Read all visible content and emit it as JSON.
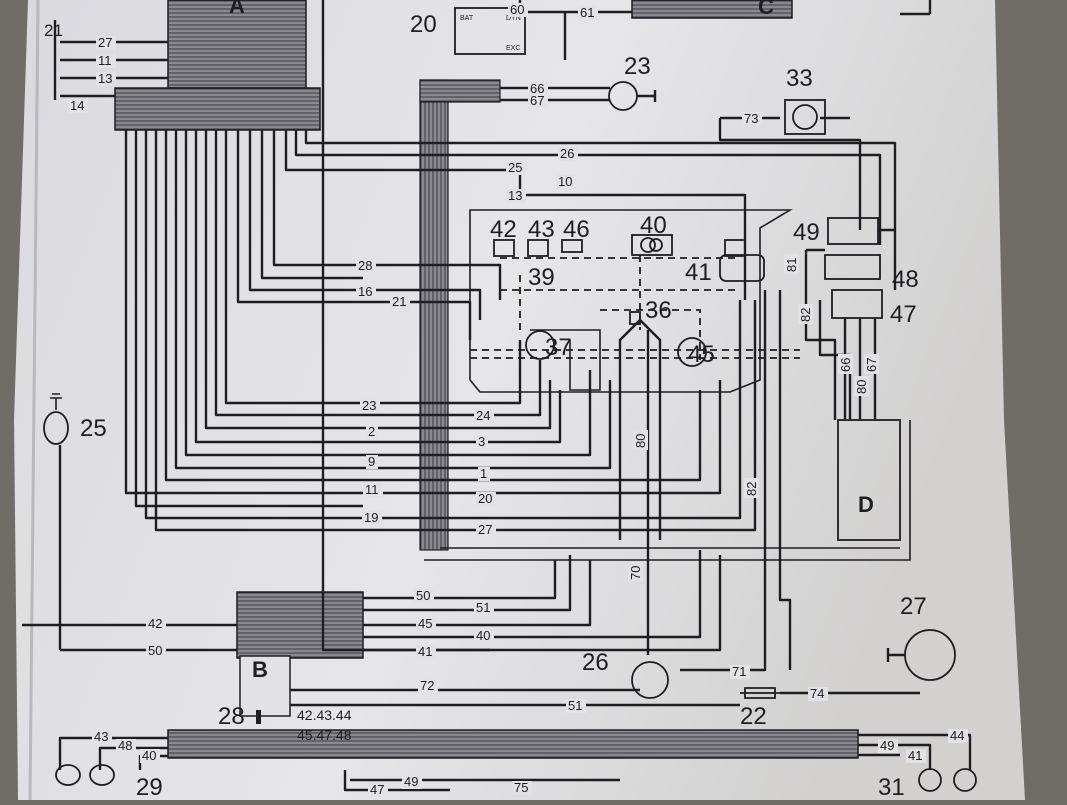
{
  "diagram": {
    "block_labels": {
      "A": "A",
      "B": "B",
      "C": "C",
      "D": "D"
    },
    "components": {
      "c20": "20",
      "c21": "21",
      "c22": "22",
      "c23": "23",
      "c25": "25",
      "c26": "26",
      "c27": "27",
      "c28": "28",
      "c29": "29",
      "c31": "31",
      "c33": "33",
      "c36": "36",
      "c37": "37",
      "c39": "39",
      "c40": "40",
      "c41": "41",
      "c42": "42",
      "c43": "43",
      "c45": "45",
      "c46": "46",
      "c47": "47",
      "c48": "48",
      "c49": "49"
    },
    "b_groups": {
      "g1": "42.43.44",
      "g2": "45.47.48"
    },
    "wires": [
      {
        "id": "w27a",
        "label": "27"
      },
      {
        "id": "w11a",
        "label": "11"
      },
      {
        "id": "w13a",
        "label": "13"
      },
      {
        "id": "w14a",
        "label": "14"
      },
      {
        "id": "w66",
        "label": "66"
      },
      {
        "id": "w67",
        "label": "67"
      },
      {
        "id": "w61",
        "label": "61"
      },
      {
        "id": "w73",
        "label": "73"
      },
      {
        "id": "w26",
        "label": "26"
      },
      {
        "id": "w25",
        "label": "25"
      },
      {
        "id": "w10",
        "label": "10"
      },
      {
        "id": "w13b",
        "label": "13"
      },
      {
        "id": "w28",
        "label": "28"
      },
      {
        "id": "w16",
        "label": "16"
      },
      {
        "id": "w21",
        "label": "21"
      },
      {
        "id": "w81",
        "label": "81"
      },
      {
        "id": "w82a",
        "label": "82"
      },
      {
        "id": "w66b",
        "label": "66"
      },
      {
        "id": "w80a",
        "label": "80"
      },
      {
        "id": "w67b",
        "label": "67"
      },
      {
        "id": "w23",
        "label": "23"
      },
      {
        "id": "w24",
        "label": "24"
      },
      {
        "id": "w2",
        "label": "2"
      },
      {
        "id": "w3",
        "label": "3"
      },
      {
        "id": "w9",
        "label": "9"
      },
      {
        "id": "w1",
        "label": "1"
      },
      {
        "id": "w11b",
        "label": "11"
      },
      {
        "id": "w20",
        "label": "20"
      },
      {
        "id": "w19",
        "label": "19"
      },
      {
        "id": "w27b",
        "label": "27"
      },
      {
        "id": "w80b",
        "label": "80"
      },
      {
        "id": "w82b",
        "label": "82"
      },
      {
        "id": "w70",
        "label": "70"
      },
      {
        "id": "w50a",
        "label": "50"
      },
      {
        "id": "w51a",
        "label": "51"
      },
      {
        "id": "w45",
        "label": "45"
      },
      {
        "id": "w40",
        "label": "40"
      },
      {
        "id": "w41a",
        "label": "41"
      },
      {
        "id": "w72",
        "label": "72"
      },
      {
        "id": "w71",
        "label": "71"
      },
      {
        "id": "w42",
        "label": "42"
      },
      {
        "id": "w50b",
        "label": "50"
      },
      {
        "id": "w51b",
        "label": "51"
      },
      {
        "id": "w74",
        "label": "74"
      },
      {
        "id": "w43",
        "label": "43"
      },
      {
        "id": "w48",
        "label": "48"
      },
      {
        "id": "w40b",
        "label": "40"
      },
      {
        "id": "w44",
        "label": "44"
      },
      {
        "id": "w49a",
        "label": "49"
      },
      {
        "id": "w41b",
        "label": "41"
      },
      {
        "id": "w49b",
        "label": "49"
      },
      {
        "id": "w75",
        "label": "75"
      },
      {
        "id": "w47",
        "label": "47"
      },
      {
        "id": "w60",
        "label": "60"
      }
    ],
    "battery_terminals": {
      "bat": "BAT",
      "dyn": "DYN",
      "exc": "EXC"
    }
  }
}
